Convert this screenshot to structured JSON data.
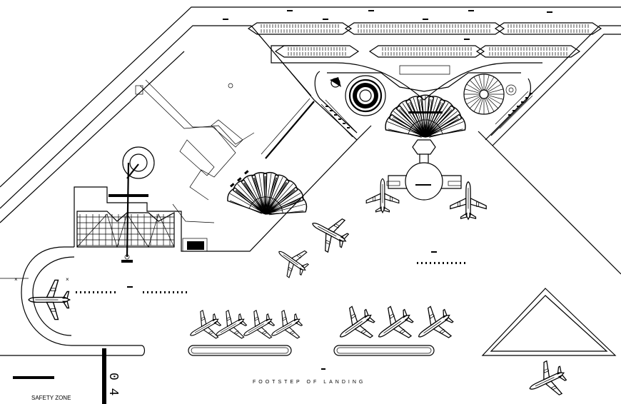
{
  "labels": {
    "safety_zone": "SAFETY ZONE",
    "footstep": "FOOTSTEP OF LANDING",
    "runway_number": "0 4"
  },
  "icons": {
    "aircraft": "airplane-icon",
    "terminal_fan": "fan-terminal-icon",
    "control_tower": "tower-icon"
  },
  "colors": {
    "line": "#000000",
    "background": "#ffffff"
  }
}
